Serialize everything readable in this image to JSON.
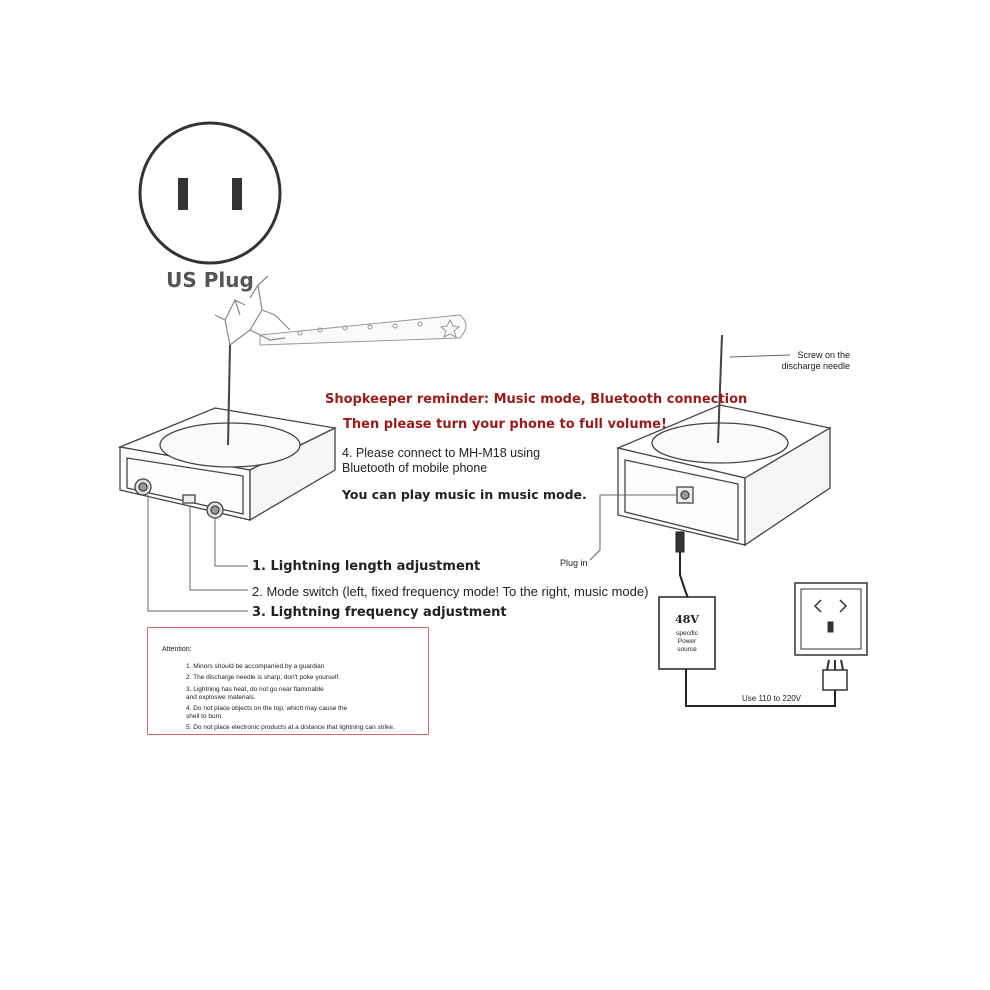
{
  "plug": {
    "label": "US Plug"
  },
  "reminders": {
    "line1": "Shopkeeper reminder: Music mode, Bluetooth connection",
    "line2": "Then please turn your phone to full volume!",
    "step4_line1": "4. Please connect to MH-M18 using",
    "step4_line2": "Bluetooth of mobile phone",
    "music_note": "You can play music in music mode."
  },
  "controls": {
    "label1": "1. Lightning length adjustment",
    "label2": "2. Mode switch (left, fixed frequency mode! To the right, music mode)",
    "label3": "3. Lightning frequency adjustment"
  },
  "device_right": {
    "screw_label_line1": "Screw on the",
    "screw_label_line2": "discharge needle",
    "plug_in_label": "Plug in"
  },
  "power_supply": {
    "voltage": "48V",
    "desc_line1": "specific",
    "desc_line2": "Power",
    "desc_line3": "source",
    "use_voltage": "Use 110 to 220V"
  },
  "attention": {
    "title": "Attention:",
    "item1": "1. Minors should be accompanied by a guardian",
    "item2": "2. The discharge needle is sharp, don't poke yourself.",
    "item3_line1": "3. Lightning has heat, do not go near flammable",
    "item3_line2": "and explosive materials.",
    "item4_line1": "4. Do not place objects on the top, which may cause the",
    "item4_line2": "shell to burn.",
    "item5": "5. Do not place electronic products at a distance that lightning can strike."
  },
  "colors": {
    "reminder_red": "#9b1b1b",
    "attention_border": "#d46a6a",
    "line_gray": "#555555"
  }
}
